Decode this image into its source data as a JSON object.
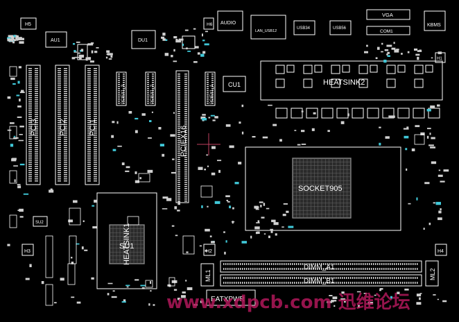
{
  "labels": {
    "h5": "H5",
    "au1": "AU1",
    "du1": "DU1",
    "h6": "H6",
    "audio": "AUDIO",
    "lan_usb12": "LAN_USB12",
    "usb34": "USB34",
    "usb56": "USB56",
    "vga": "VGA",
    "com1": "COM1",
    "kbms": "KBMS",
    "pci3": "PCI3",
    "pci2": "PCI2",
    "pci1": "PCI1",
    "pciex1_3": "PCIEX1_3",
    "pciex1_2": "PCIEX1_2",
    "pciex1_1": "PCIEX1_1",
    "pciex16": "PCIEX16",
    "cu1": "CU1",
    "heatsink2": "HEATSINK2",
    "socket905": "SOCKET905",
    "su1": "SU1",
    "heatsink1": "HEATSINK1",
    "su2": "SU2",
    "h3": "H3",
    "h2": "H2",
    "h4": "H4",
    "ml1": "ML1",
    "ml2": "ML2",
    "dimm_a1": "DIMM_A1",
    "dimm_b1": "DIMM_B1",
    "eatxpwr": "EATXPWR",
    "h1": "H1"
  },
  "watermark": "www.xdpcb.com 迅维论坛",
  "colors": {
    "background": "#000000",
    "outline": "#ffffff",
    "pad": "#d0d0d0",
    "accent": "#40c8d8",
    "cursor": "#c04060",
    "watermark": "#b0185a"
  }
}
